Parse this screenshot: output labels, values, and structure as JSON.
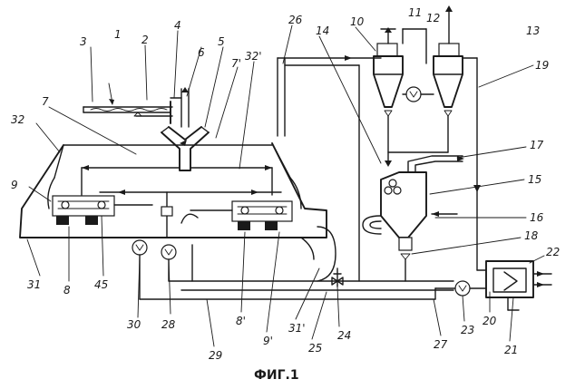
{
  "figure": {
    "caption": "ФИГ.1",
    "refs": {
      "r1": "1",
      "r2": "2",
      "r3": "3",
      "r4": "4",
      "r5": "5",
      "r6": "6",
      "r7a": "7",
      "r7b": "7'",
      "r7c": "7",
      "r32a": "32'",
      "r32b": "32",
      "r9a": "9",
      "r9b": "9'",
      "r8a": "8",
      "r8b": "8'",
      "r45": "45",
      "r31a": "31",
      "r31b": "31'",
      "r30": "30",
      "r28": "28",
      "r29": "29",
      "r25": "25",
      "r24": "24",
      "r27": "27",
      "r23": "23",
      "r20": "20",
      "r21": "21",
      "r22": "22",
      "r26": "26",
      "r14": "14",
      "r10": "10",
      "r11": "11",
      "r12": "12",
      "r13": "13",
      "r19": "19",
      "r17": "17",
      "r15": "15",
      "r16": "16",
      "r18": "18"
    }
  }
}
